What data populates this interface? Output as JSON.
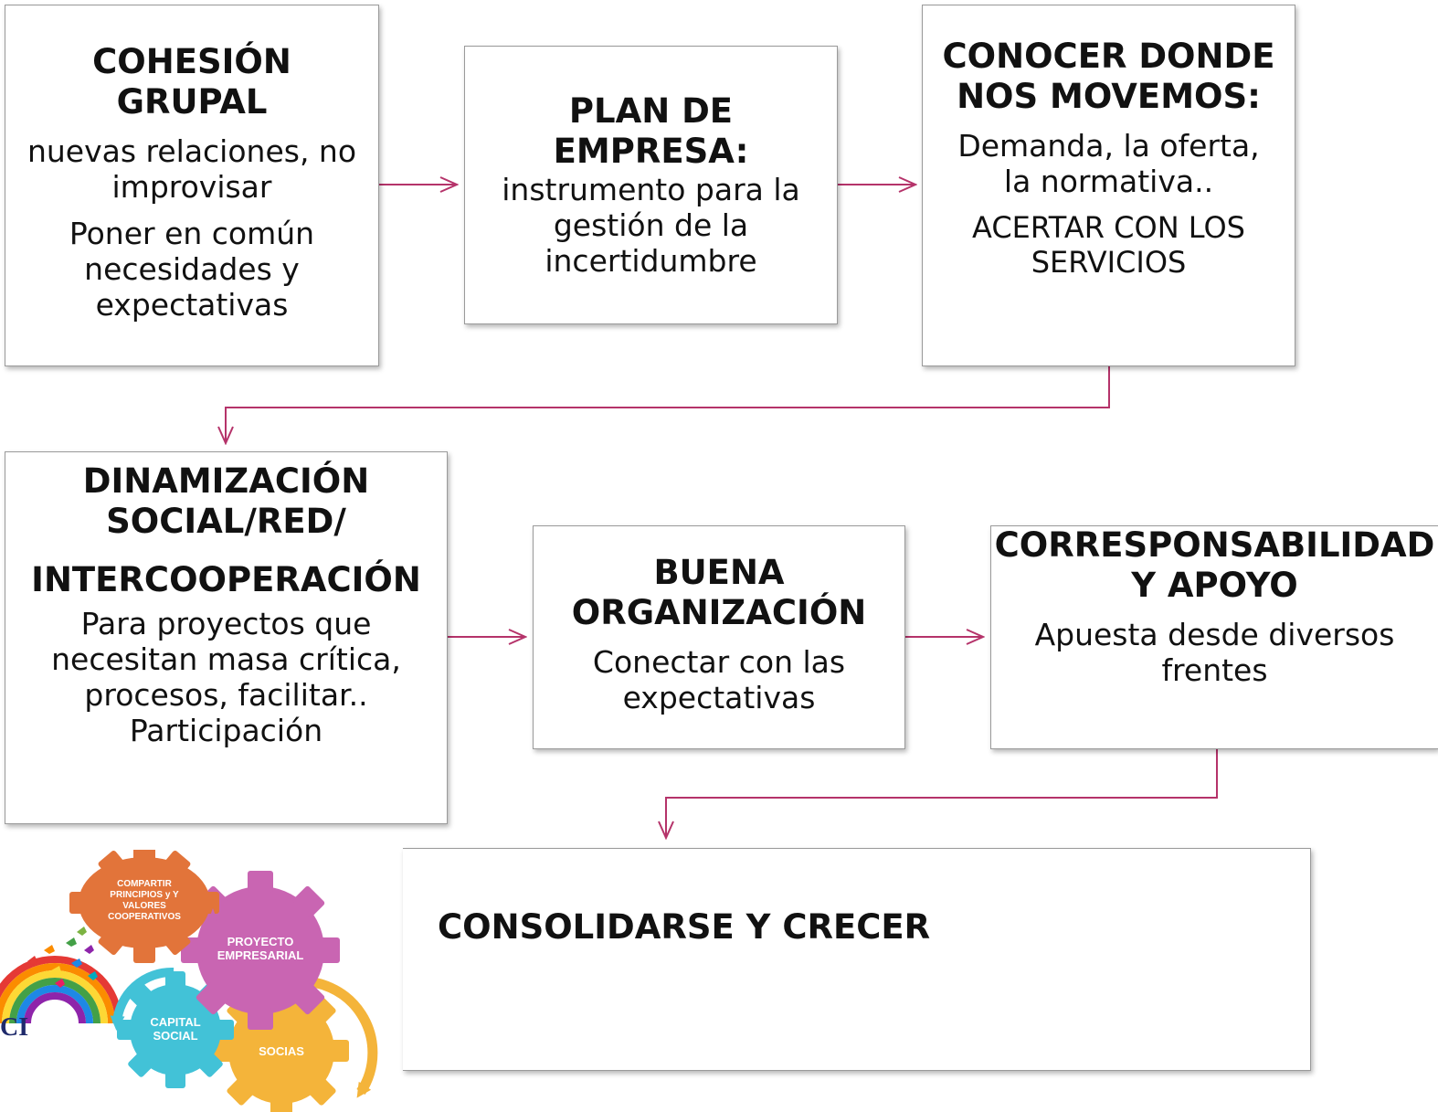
{
  "boxes": {
    "cohesion": {
      "title_1": "COHESIÓN",
      "title_2": "GRUPAL",
      "text_1a": "nuevas relaciones, no",
      "text_1b": "improvisar",
      "text_2a": "Poner en común",
      "text_2b": "necesidades y",
      "text_2c": "expectativas"
    },
    "plan": {
      "title_1": "PLAN DE",
      "title_2": "EMPRESA:",
      "text_a": "instrumento para la",
      "text_b": "gestión de la",
      "text_c": "incertidumbre"
    },
    "conocer": {
      "title_1": "CONOCER DONDE",
      "title_2": "NOS MOVEMOS:",
      "text_a": "Demanda, la oferta,",
      "text_b": "la normativa..",
      "text_c": "ACERTAR CON LOS",
      "text_d": "SERVICIOS"
    },
    "dinamizacion": {
      "title_1": "DINAMIZACIÓN",
      "title_2": "SOCIAL/RED/",
      "title_3": "INTERCOOPERACIÓN",
      "text_a": "Para proyectos que",
      "text_b": "necesitan masa crítica,",
      "text_c": "procesos, facilitar..",
      "text_d": "Participación"
    },
    "organizacion": {
      "title_1": "BUENA",
      "title_2": "ORGANIZACIÓN",
      "text_a": "Conectar con las",
      "text_b": "expectativas"
    },
    "corresponsabilidad": {
      "title_1": "CORRESPONSABILIDAD",
      "title_2": "Y APOYO",
      "text_a": "Apuesta desde diversos",
      "text_b": "frentes"
    },
    "consolidarse": {
      "title": "CONSOLIDARSE Y CRECER"
    }
  },
  "gears": {
    "compartir_1": "COMPARTIR",
    "compartir_2": "PRINCIPIOS y Y",
    "compartir_3": "VALORES",
    "compartir_4": "COOPERATIVOS",
    "proyecto_1": "PROYECTO",
    "proyecto_2": "EMPRESARIAL",
    "capital_1": "CAPITAL",
    "capital_2": "SOCIAL",
    "socias": "SOCIAS"
  },
  "colors": {
    "connector": "#b5336a",
    "border": "#9a9a9a",
    "gear_orange": "#e2743a",
    "gear_pink": "#c965b2",
    "gear_teal": "#42c2d7",
    "gear_yellow": "#f4b43a"
  }
}
